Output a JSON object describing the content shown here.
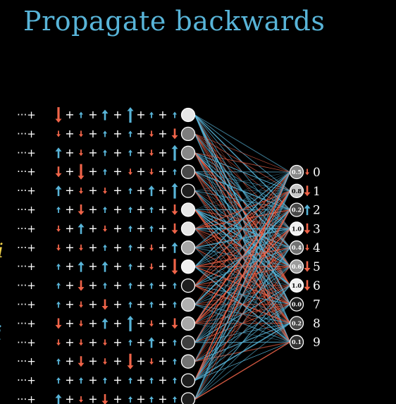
{
  "title": "Propagate backwards",
  "left_edge_labels": [
    {
      "text": "i",
      "color": "#F2D34B"
    },
    {
      "text": "i",
      "color": "#58B4D8"
    }
  ],
  "colors": {
    "positive": "#58B4D8",
    "negative": "#F06449",
    "text": "#FFFFFF",
    "background": "#000000"
  },
  "row_prefix": "···+",
  "term_separator": "+",
  "hidden_rows": [
    {
      "arrows": [
        "-L",
        "+S",
        "+M",
        "+L",
        "+S",
        "+S"
      ],
      "activation": 0.95
    },
    {
      "arrows": [
        "-S",
        "-S",
        "+S",
        "+S",
        "-S",
        "-M"
      ],
      "activation": 0.45
    },
    {
      "arrows": [
        "+M",
        "-S",
        "+S",
        "+S",
        "-S",
        "+L"
      ],
      "activation": 0.5
    },
    {
      "arrows": [
        "-M",
        "-L",
        "+S",
        "-S",
        "-S",
        "+S"
      ],
      "activation": 0.2
    },
    {
      "arrows": [
        "+M",
        "-S",
        "-S",
        "+S",
        "+M",
        "+L"
      ],
      "activation": 0.0
    },
    {
      "arrows": [
        "+S",
        "-M",
        "+S",
        "+S",
        "+S",
        "-M"
      ],
      "activation": 0.95
    },
    {
      "arrows": [
        "-S",
        "+M",
        "-S",
        "+S",
        "+S",
        "-M"
      ],
      "activation": 0.95
    },
    {
      "arrows": [
        "-S",
        "-S",
        "+S",
        "+S",
        "-S",
        "+M"
      ],
      "activation": 0.65
    },
    {
      "arrows": [
        "+S",
        "+M",
        "+M",
        "+S",
        "-S",
        "-L"
      ],
      "activation": 1.0
    },
    {
      "arrows": [
        "+S",
        "-M",
        "+S",
        "+S",
        "+S",
        "+S"
      ],
      "activation": 0.0
    },
    {
      "arrows": [
        "+S",
        "-S",
        "-M",
        "+S",
        "+S",
        "+S"
      ],
      "activation": 0.7
    },
    {
      "arrows": [
        "-M",
        "-S",
        "+M",
        "+L",
        "-S",
        "-M"
      ],
      "activation": 0.65
    },
    {
      "arrows": [
        "-S",
        "-S",
        "-S",
        "+S",
        "+M",
        "+S"
      ],
      "activation": 0.15
    },
    {
      "arrows": [
        "+S",
        "-M",
        "-S",
        "-L",
        "-S",
        "+S"
      ],
      "activation": 0.4
    },
    {
      "arrows": [
        "+S",
        "+S",
        "+S",
        "+S",
        "+S",
        "+S"
      ],
      "activation": 0.0
    },
    {
      "arrows": [
        "+M",
        "-S",
        "-M",
        "+S",
        "+S",
        "+S"
      ],
      "activation": 0.0
    }
  ],
  "output_neurons": [
    {
      "digit": "0",
      "value": "0.5",
      "activation": 0.5,
      "arrow": "-S"
    },
    {
      "digit": "1",
      "value": "0.8",
      "activation": 0.8,
      "arrow": "-M"
    },
    {
      "digit": "2",
      "value": "0.2",
      "activation": 0.2,
      "arrow": "+M"
    },
    {
      "digit": "3",
      "value": "1.0",
      "activation": 1.0,
      "arrow": "-M"
    },
    {
      "digit": "4",
      "value": "0.4",
      "activation": 0.4,
      "arrow": "-S"
    },
    {
      "digit": "5",
      "value": "0.6",
      "activation": 0.6,
      "arrow": "-M"
    },
    {
      "digit": "6",
      "value": "1.0",
      "activation": 1.0,
      "arrow": "-M"
    },
    {
      "digit": "7",
      "value": "0.0",
      "activation": 0.0,
      "arrow": ""
    },
    {
      "digit": "8",
      "value": "0.2",
      "activation": 0.2,
      "arrow": ""
    },
    {
      "digit": "9",
      "value": "0.1",
      "activation": 0.1,
      "arrow": ""
    }
  ]
}
